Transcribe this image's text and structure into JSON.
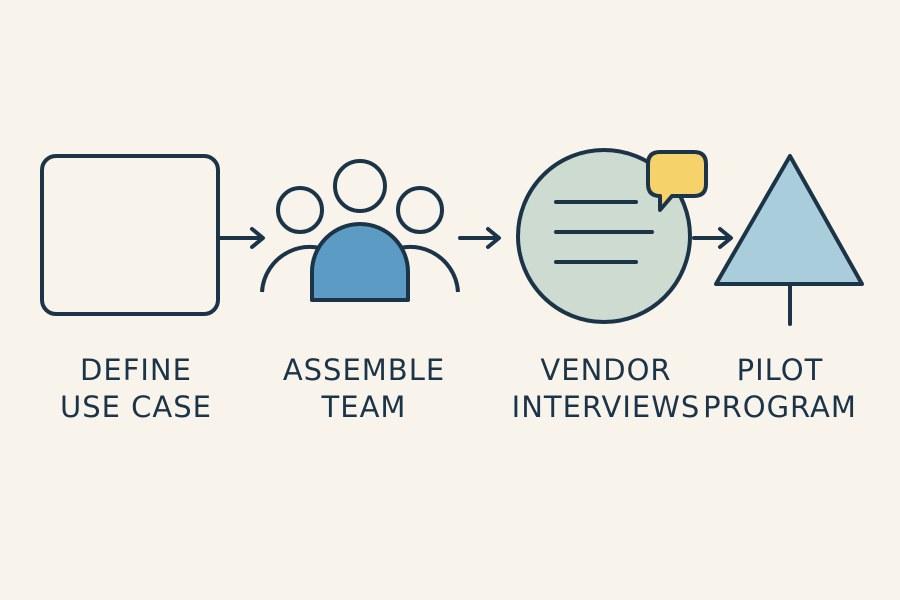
{
  "colors": {
    "background": "#f8f4ec",
    "stroke": "#1c3448",
    "team_center_fill": "#5b9bc4",
    "interview_circle_fill": "#cddbd1",
    "speech_bubble_fill": "#f6d36a",
    "pilot_triangle_fill": "#a9cddb"
  },
  "steps": [
    {
      "icon": "square-icon",
      "label_line1": "DEFINE",
      "label_line2": "USE CASE"
    },
    {
      "icon": "team-icon",
      "label_line1": "ASSEMBLE",
      "label_line2": "TEAM"
    },
    {
      "icon": "chat-circle-icon",
      "label_line1": "VENDOR",
      "label_line2": "INTERVIEWS"
    },
    {
      "icon": "triangle-flag-icon",
      "label_line1": "PILOT",
      "label_line2": "PROGRAM"
    }
  ]
}
